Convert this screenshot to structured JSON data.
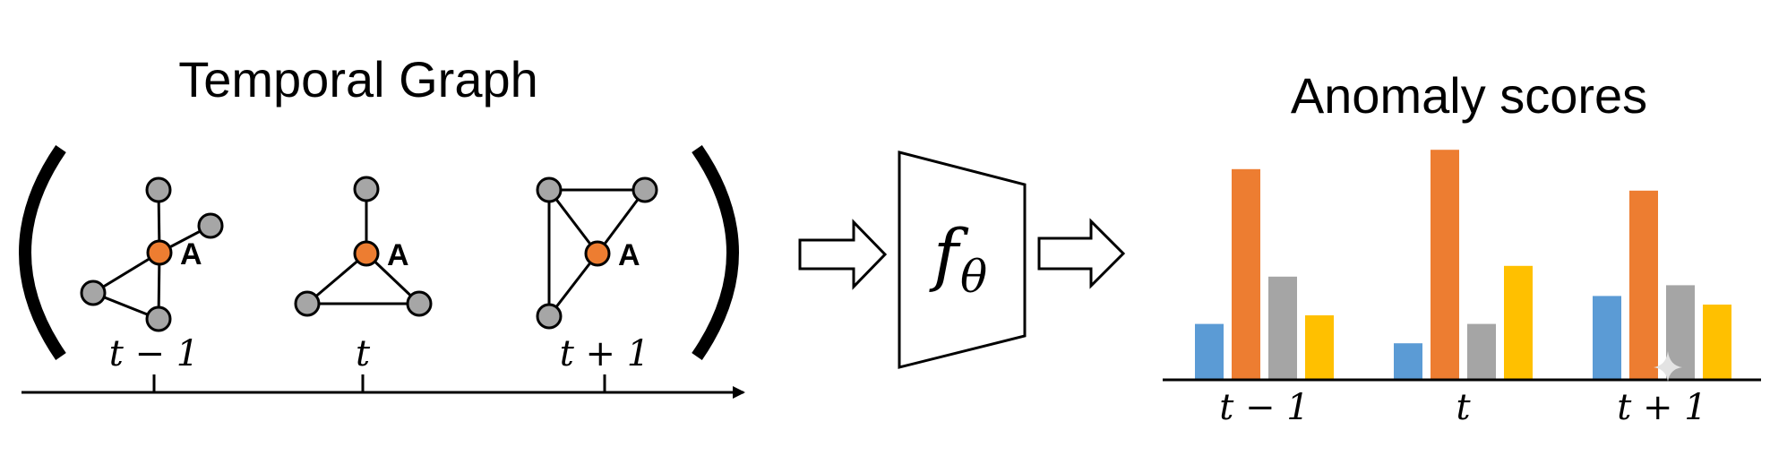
{
  "left_title": "Temporal Graph",
  "right_title": "Anomaly scores",
  "node_label": "A",
  "model_label": {
    "main": "f",
    "sub": "θ"
  },
  "timeline_labels": [
    "t − 1",
    "t",
    "t + 1"
  ],
  "colors": {
    "node_gray": "#a6a6a6",
    "node_anomaly": "#ed7d31",
    "series": [
      "#5b9bd5",
      "#ed7d31",
      "#a5a5a5",
      "#ffc000"
    ]
  },
  "graphs": [
    {
      "name": "graph-t-minus-1",
      "edges": [
        [
          0,
          1
        ],
        [
          1,
          2
        ],
        [
          1,
          3
        ],
        [
          3,
          4
        ],
        [
          3,
          5
        ],
        [
          4,
          5
        ]
      ],
      "anomaly_node": 3
    },
    {
      "name": "graph-t",
      "edges": [
        [
          0,
          1
        ],
        [
          1,
          2
        ],
        [
          1,
          3
        ],
        [
          2,
          3
        ]
      ],
      "anomaly_node": 1
    },
    {
      "name": "graph-t-plus-1",
      "edges": [
        [
          0,
          1
        ],
        [
          0,
          3
        ],
        [
          0,
          2
        ],
        [
          1,
          2
        ],
        [
          2,
          3
        ]
      ],
      "anomaly_node": 2
    }
  ],
  "chart_data": {
    "type": "bar",
    "categories": [
      "t − 1",
      "t",
      "t + 1"
    ],
    "series": [
      {
        "values": [
          0.26,
          0.17,
          0.39
        ]
      },
      {
        "values": [
          0.98,
          1.07,
          0.88
        ]
      },
      {
        "values": [
          0.48,
          0.26,
          0.44
        ]
      },
      {
        "values": [
          0.3,
          0.53,
          0.35
        ]
      }
    ],
    "ylim": [
      0,
      1.1
    ],
    "grid": false,
    "legend": "none"
  }
}
